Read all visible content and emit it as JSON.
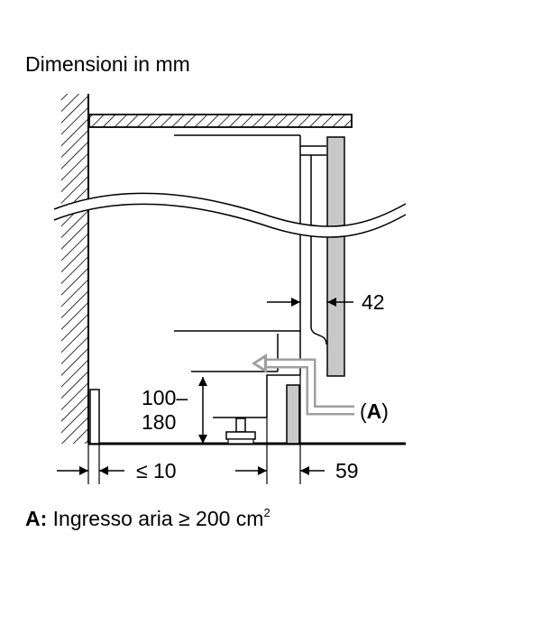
{
  "title": "Dimensioni in mm",
  "labels": {
    "side_panel": "42",
    "height_top": "100–",
    "height_bottom": "180",
    "gap_left": "≤ 10",
    "right_offset": "59",
    "air_marker_open": "(",
    "air_marker_letter": "A",
    "air_marker_close": ")"
  },
  "legend": {
    "key": "A:",
    "text": " Ingresso aria ≥ 200 cm",
    "sup": "2"
  },
  "colors": {
    "line": "#000000",
    "panel_fill": "#c8c8c8",
    "air_arrow": "#a0a0a0",
    "hatch": "#000000"
  }
}
